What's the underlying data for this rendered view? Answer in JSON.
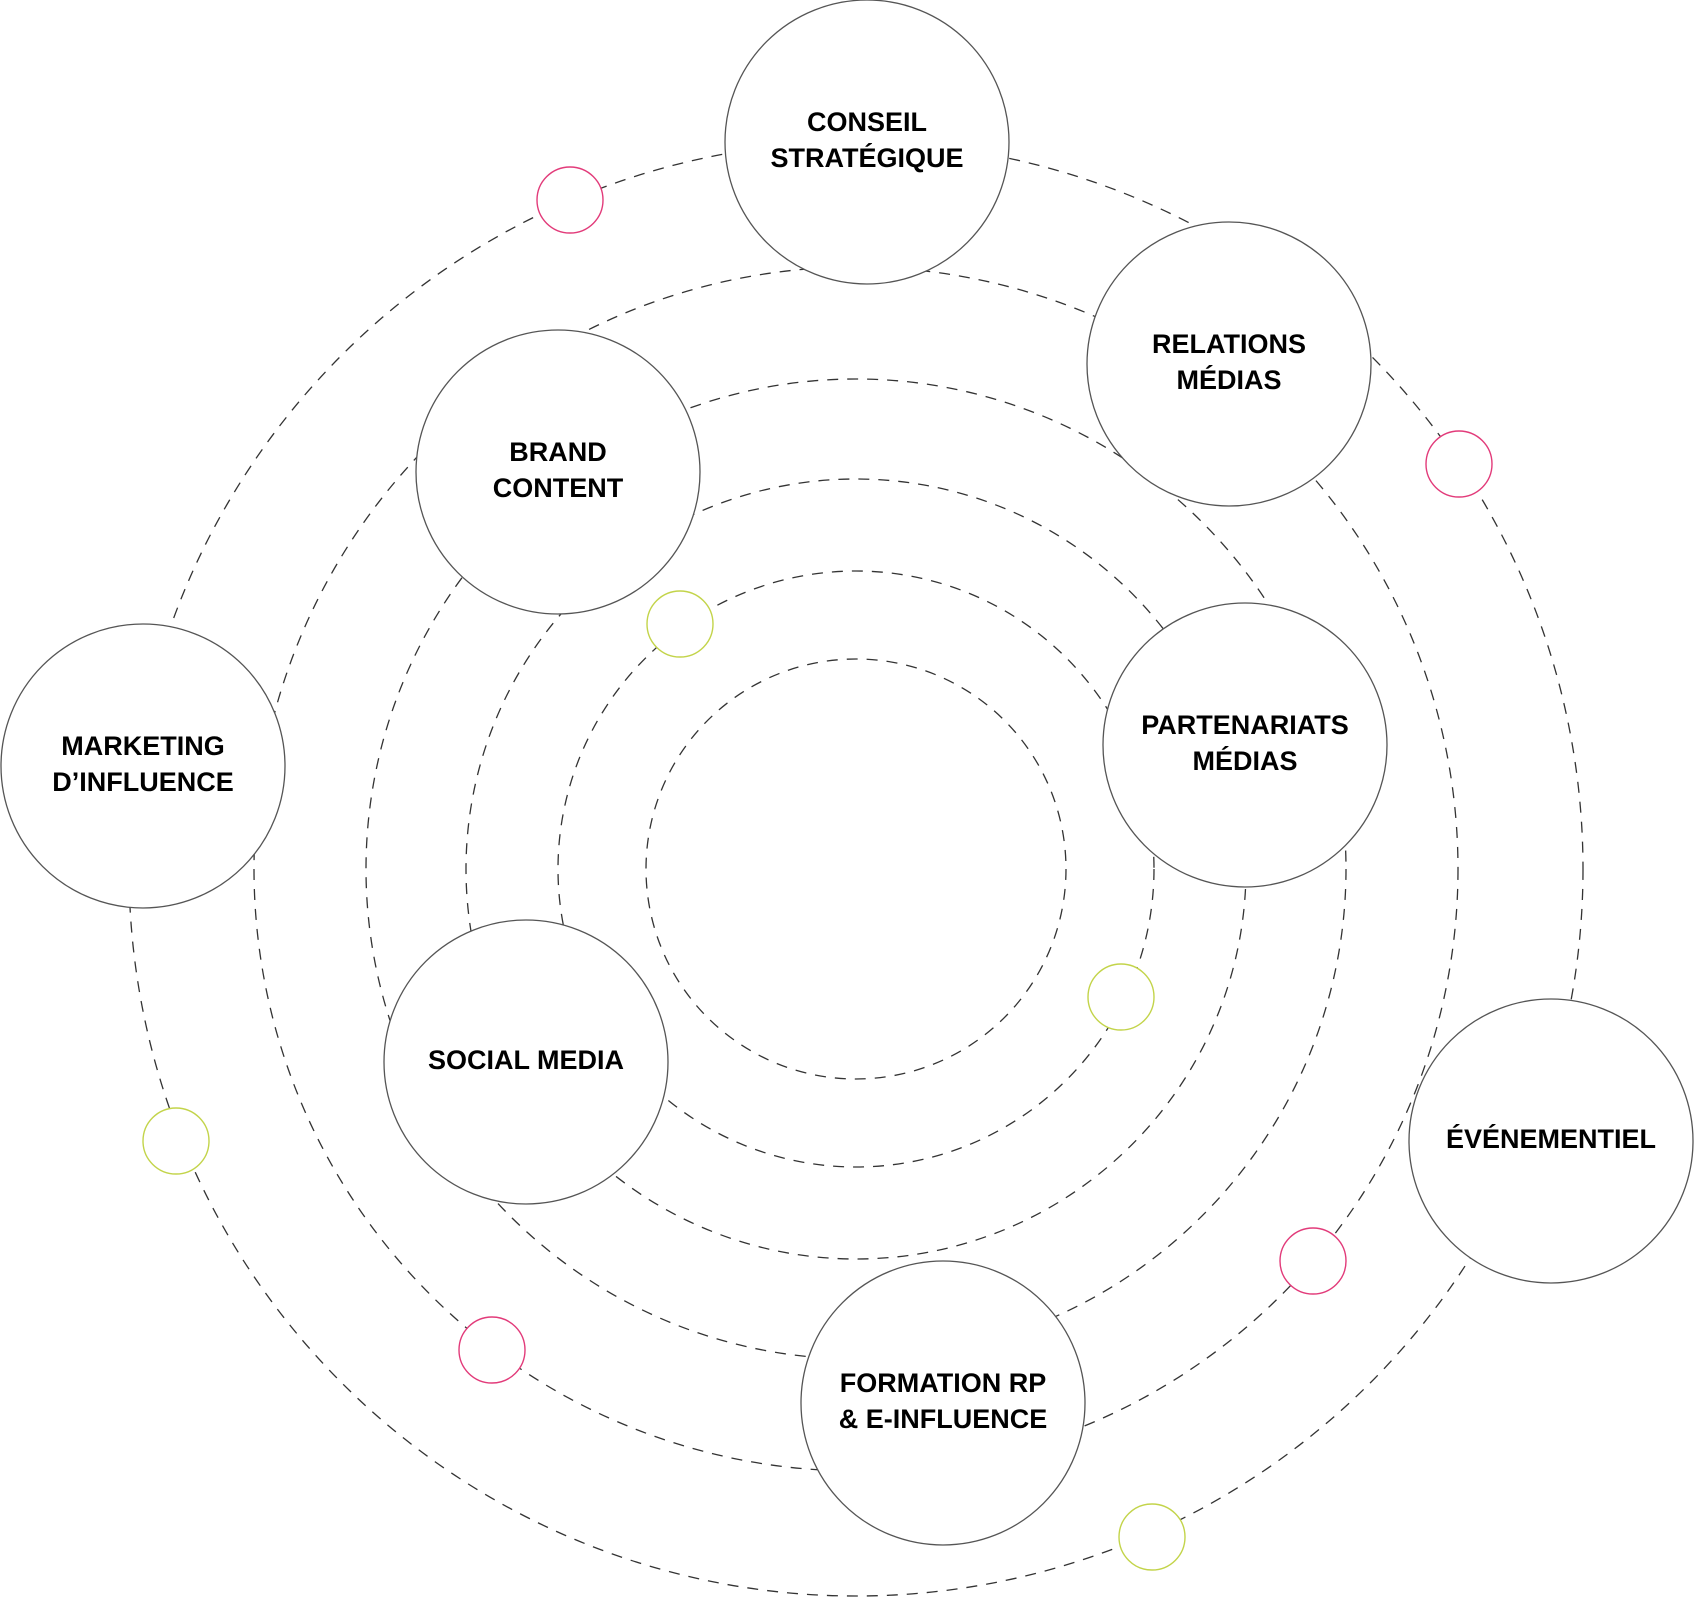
{
  "diagram": {
    "nodes": [
      {
        "id": "conseil-strategique",
        "lines": [
          "CONSEIL",
          "STRATÉGIQUE"
        ]
      },
      {
        "id": "relations-medias",
        "lines": [
          "RELATIONS",
          "MÉDIAS"
        ]
      },
      {
        "id": "brand-content",
        "lines": [
          "BRAND",
          "CONTENT"
        ]
      },
      {
        "id": "partenariats-medias",
        "lines": [
          "PARTENARIATS",
          "MÉDIAS"
        ]
      },
      {
        "id": "marketing-influence",
        "lines": [
          "MARKETING",
          "D’INFLUENCE"
        ]
      },
      {
        "id": "social-media",
        "lines": [
          "SOCIAL MEDIA"
        ]
      },
      {
        "id": "evenementiel",
        "lines": [
          "ÉVÉNEMENTIEL"
        ]
      },
      {
        "id": "formation-rp",
        "lines": [
          "FORMATION RP",
          "& E-INFLUENCE"
        ]
      }
    ],
    "colors": {
      "pink": "#e23b7a",
      "green": "#c3d44a",
      "orbit": "#333333",
      "node_stroke": "#555555"
    }
  }
}
